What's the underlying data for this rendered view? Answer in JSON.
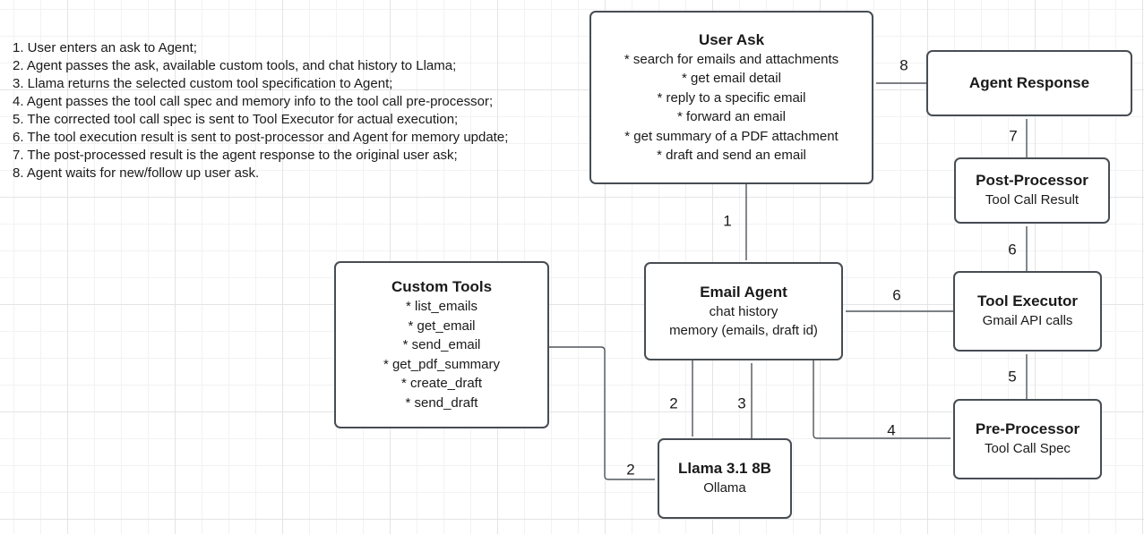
{
  "colors": {
    "node_border": "#474d53",
    "edge_stroke": "#50565c",
    "text": "#1a1a1a",
    "node_fill": "#ffffff",
    "grid_minor": "#f2f2f2",
    "grid_major": "#e4e4e4"
  },
  "notes": {
    "lines": [
      "1. User enters an ask to Agent;",
      "2. Agent passes the ask, available custom tools, and chat history to Llama;",
      "3. Llama returns the selected custom tool specification to Agent;",
      "4. Agent passes the tool call spec and memory info to the tool call pre-processor;",
      "5. The corrected tool call spec is sent to Tool Executor for actual execution;",
      "6. The tool execution result is sent to post-processor and Agent for memory update;",
      "7. The post-processed result is the agent response to the original user ask;",
      "8. Agent waits for new/follow up user ask."
    ]
  },
  "nodes": {
    "user_ask": {
      "title": "User Ask",
      "items": [
        "* search for emails and attachments",
        "* get email detail",
        "* reply to a specific email",
        "* forward an email",
        "* get summary of a PDF attachment",
        "* draft and send an email"
      ]
    },
    "agent_response": {
      "title": "Agent Response"
    },
    "post_processor": {
      "title": "Post-Processor",
      "subtitle": "Tool Call Result"
    },
    "tool_executor": {
      "title": "Tool Executor",
      "subtitle": "Gmail API calls"
    },
    "pre_processor": {
      "title": "Pre-Processor",
      "subtitle": "Tool Call Spec"
    },
    "email_agent": {
      "title": "Email Agent",
      "lines": [
        "chat history",
        "memory (emails, draft id)"
      ]
    },
    "custom_tools": {
      "title": "Custom Tools",
      "items": [
        "* list_emails",
        "* get_email",
        "* send_email",
        "* get_pdf_summary",
        "* create_draft",
        "* send_draft"
      ]
    },
    "llama": {
      "title": "Llama 3.1 8B",
      "subtitle": "Ollama"
    }
  },
  "edge_labels": {
    "step1": "1",
    "step2_agent": "2",
    "step2_tools": "2",
    "step3": "3",
    "step4": "4",
    "step5": "5",
    "step6_up": "6",
    "step6_left": "6",
    "step7": "7",
    "step8": "8"
  }
}
